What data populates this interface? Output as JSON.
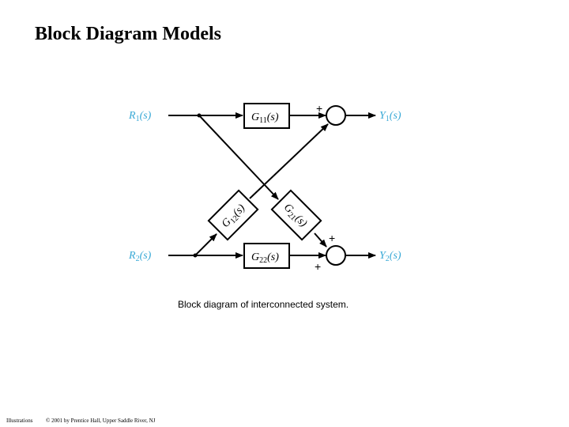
{
  "title": "Block Diagram Models",
  "diagram": {
    "inputs": {
      "r1": {
        "main": "R",
        "sub": "1",
        "arg": "(s)"
      },
      "r2": {
        "main": "R",
        "sub": "2",
        "arg": "(s)"
      }
    },
    "outputs": {
      "y1": {
        "main": "Y",
        "sub": "1",
        "arg": "(s)"
      },
      "y2": {
        "main": "Y",
        "sub": "2",
        "arg": "(s)"
      }
    },
    "blocks": {
      "g11": {
        "main": "G",
        "sub": "11",
        "arg": "(s)"
      },
      "g22": {
        "main": "G",
        "sub": "22",
        "arg": "(s)"
      },
      "g12": {
        "main": "G",
        "sub": "12",
        "arg": "(s)"
      },
      "g21": {
        "main": "G",
        "sub": "21",
        "arg": "(s)"
      }
    },
    "signs": {
      "sum1_top": "+",
      "sum2_top": "+",
      "sum2_bottom": "+"
    },
    "caption": "Block diagram of interconnected system."
  },
  "footer": {
    "left": "Illustrations",
    "right": "© 2001 by Prentice Hall, Upper Saddle River, NJ"
  },
  "colors": {
    "signal_label": "#39a9d6",
    "line": "#000000"
  }
}
